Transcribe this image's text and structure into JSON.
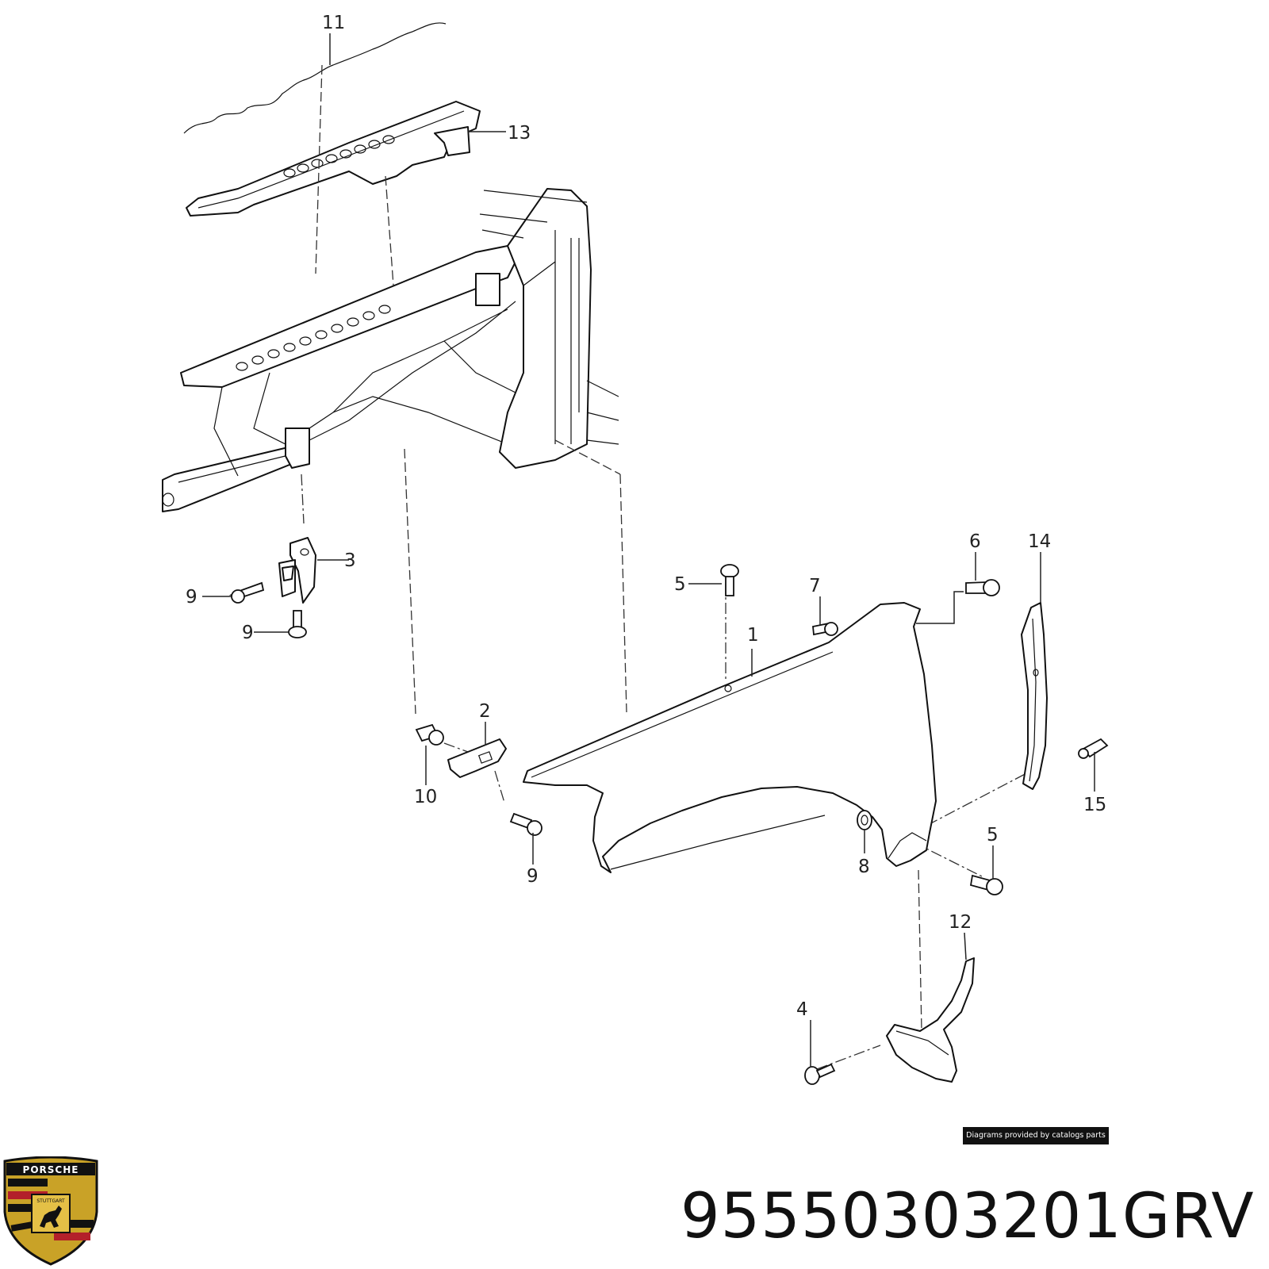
{
  "diagram": {
    "callouts": [
      "1",
      "2",
      "3",
      "4",
      "5",
      "5",
      "6",
      "7",
      "8",
      "9",
      "9",
      "9",
      "10",
      "11",
      "12",
      "13",
      "14",
      "15"
    ],
    "credit": "Diagrams provided by catalogs parts"
  },
  "footer": {
    "part_number": "95550303201GRV",
    "logo_text": "PORSCHE",
    "logo_city": "STUTTGART"
  },
  "colors": {
    "line": "#111111",
    "background": "#ffffff",
    "logo_gold": "#c9a227",
    "logo_red": "#b3202a",
    "logo_black": "#111111"
  }
}
